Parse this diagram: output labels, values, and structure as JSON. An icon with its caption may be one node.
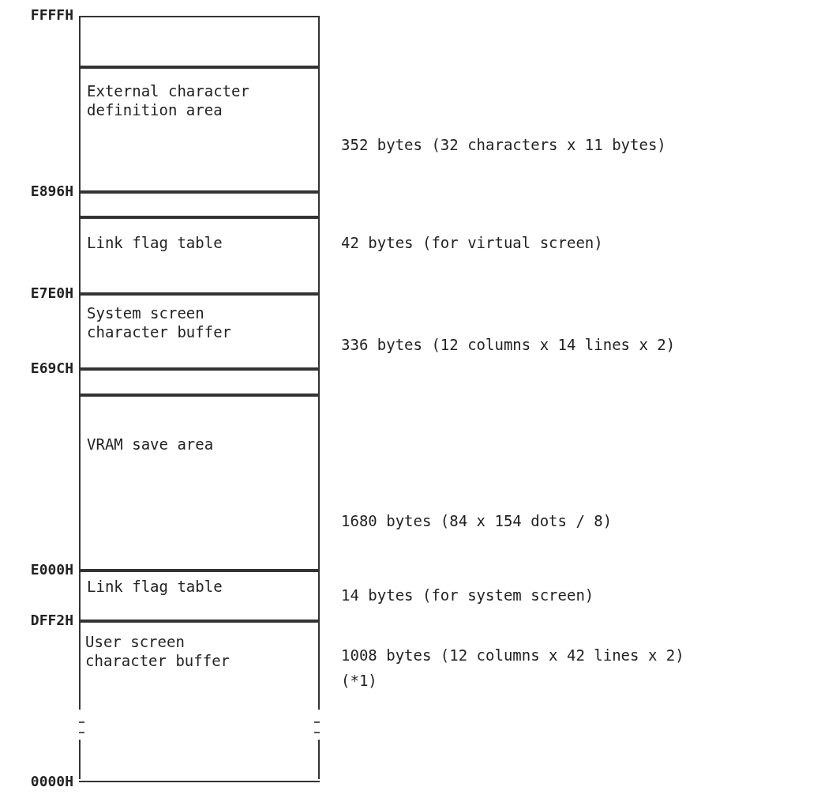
{
  "diagram": {
    "nodes": [
      {
        "text": [],
        "shape": "box"
      },
      {
        "text": [
          "External character definition area"
        ],
        "beside": [
          "352 bytes (32 characters x 11 bytes)"
        ]
      },
      {
        "text": [],
        "shape": "box"
      },
      {
        "text": [
          "Link flag table"
        ],
        "beside": [
          "42 bytes (for virtual screen)"
        ]
      },
      {
        "text": [
          "System screen character buffer"
        ],
        "beside": [
          "336 bytes (12 columns x 14 lines x 2)"
        ]
      },
      {
        "text": [],
        "shape": "box"
      },
      {
        "text": [
          "VRAM save area"
        ],
        "beside": [
          "1680 bytes (84 x 154 dots / 8)"
        ]
      },
      {
        "text": [
          "Link flag table"
        ],
        "beside": [
          "14 bytes (for system screen)"
        ]
      },
      {
        "text": [
          "User screen character buffer"
        ],
        "beside": [
          "1008 bytes (12 columns x 42 lines x 2)",
          "(*1)"
        ]
      }
    ],
    "labels": [
      "FFFFH",
      "E896H",
      "E7E0H",
      "E69CH",
      "E000H",
      "DFF2H",
      "0000H"
    ]
  }
}
